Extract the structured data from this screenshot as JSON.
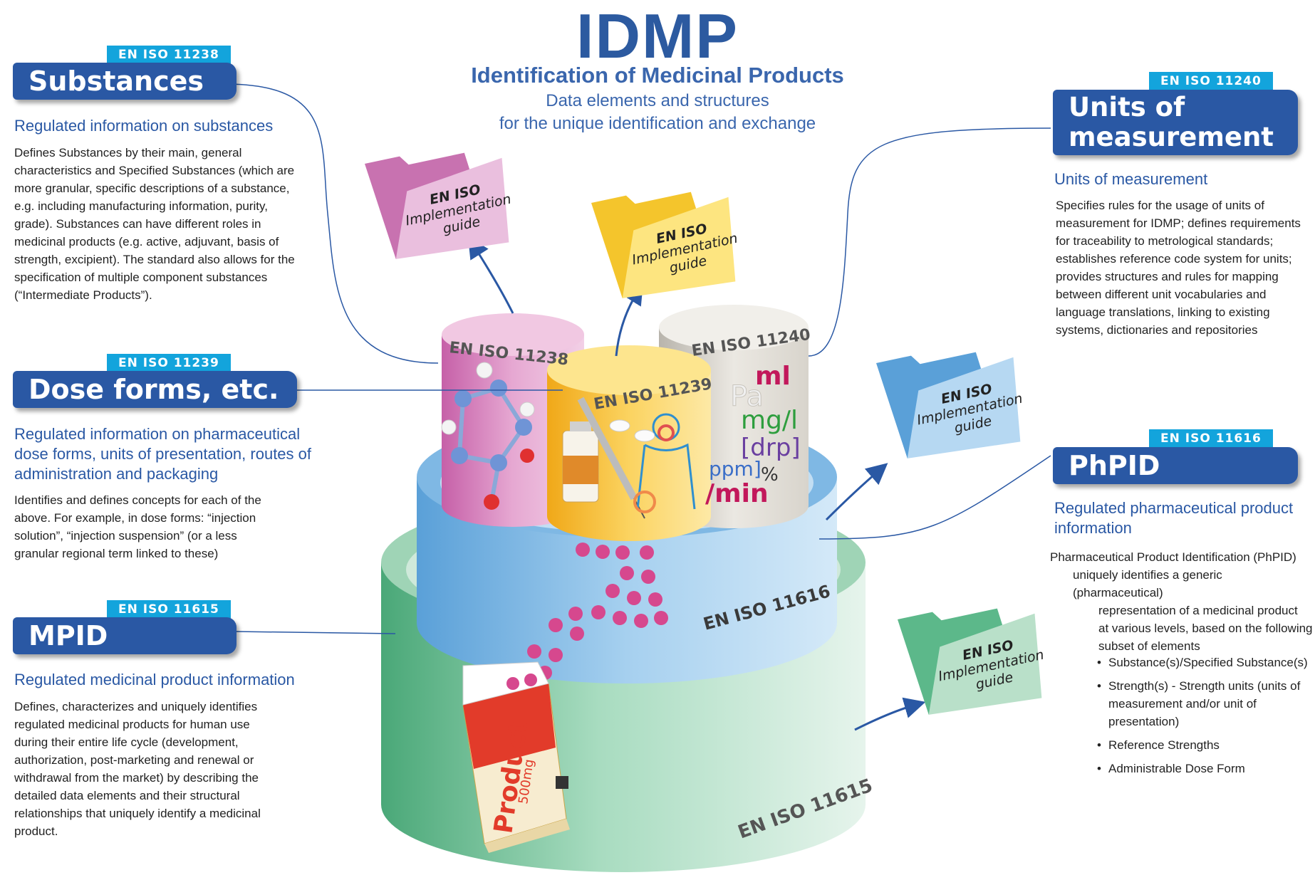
{
  "header": {
    "title": "IDMP",
    "subtitle": "Identification of Medicinal Products",
    "desc_line1": "Data elements and structures",
    "desc_line2": "for the unique identification and exchange"
  },
  "substances": {
    "tag": "EN ISO 11238",
    "label": "Substances",
    "heading": "Regulated information on substances",
    "body": "Defines Substances by their main, general characteristics and Specified Substances (which are more granular, specific descriptions of a substance, e.g. including manufacturing information, purity, grade). Substances can have different roles in medicinal products (e.g. active, adjuvant, basis of strength, excipient). The standard also allows for the specification of multiple component substances (“Intermediate Products”)."
  },
  "dose_forms": {
    "tag": "EN ISO 11239",
    "label": "Dose forms, etc.",
    "heading": "Regulated information on pharmaceutical dose forms, units of presentation, routes of administration and packaging",
    "body": "Identifies and defines concepts for each of the above. For example, in dose forms: “injection solution”, “injection suspension” (or a less granular regional term linked to these)"
  },
  "mpid": {
    "tag": "EN ISO 11615",
    "label": "MPID",
    "heading": "Regulated medicinal product information",
    "body": "Defines, characterizes and uniquely identifies regulated medicinal products for human use during their entire life cycle (development, authorization, post-marketing and renewal or withdrawal from the market) by describing the detailed data elements and their structural relationships that uniquely identify a medicinal product."
  },
  "units": {
    "tag": "EN ISO 11240",
    "label_line1": "Units of",
    "label_line2": "measurement",
    "heading": "Units of measurement",
    "body": "Specifies rules for the usage of units of measurement for IDMP; defines requirements for traceability to metrological standards; establishes reference code system for units; provides structures and rules for mapping between different unit vocabularies and language translations, linking to existing systems, dictionaries and repositories"
  },
  "phpid": {
    "tag": "EN ISO 11616",
    "label": "PhPID",
    "heading": "Regulated pharmaceutical product information",
    "intro_line1": "Pharmaceutical Product Identification (PhPID)",
    "intro_line2": "uniquely identifies a generic (pharmaceutical)",
    "intro_line3": "representation of a medicinal product",
    "intro_line4": "at various levels, based on the following",
    "intro_line5": "subset of elements",
    "bullets": [
      "Substance(s)/Specified Substance(s)",
      "Strength(s) - Strength units (units of measurement and/or unit of presentation)",
      "Reference Strengths",
      "Administrable Dose Form"
    ]
  },
  "folders": {
    "line1": "EN ISO",
    "line2": "Implementation",
    "line3": "guide"
  },
  "cylinders": {
    "c11238": "EN ISO 11238",
    "c11239": "EN ISO 11239",
    "c11240": "EN ISO 11240",
    "c11616": "EN ISO 11616",
    "c11615": "EN ISO 11615"
  },
  "units_symbols": {
    "ml": "ml",
    "pa": "Pa",
    "mgl": "mg/l",
    "drp": "[drp]",
    "ppm": "ppm]",
    "pct": "%",
    "min": "/min"
  },
  "product_box": {
    "name": "Product",
    "dose": "500mg"
  },
  "colors": {
    "brand_blue": "#2a58a4",
    "tag_cyan": "#13a4dc",
    "pink": "#d985c0",
    "yellow": "#f5c234",
    "grey": "#d8d4cc",
    "light_blue": "#8fc3e8",
    "green": "#7fc5a0"
  }
}
